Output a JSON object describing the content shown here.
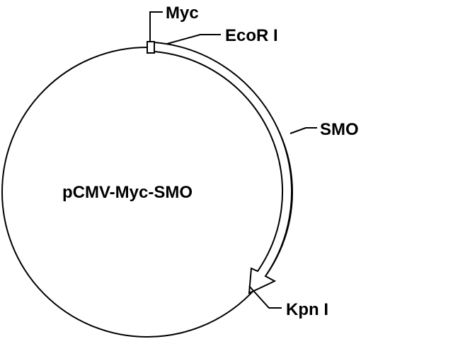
{
  "plasmid": {
    "name": "pCMV-Myc-SMO"
  },
  "features": {
    "myc": "Myc",
    "ecori": "EcoR I",
    "smo": "SMO",
    "kpni": "Kpn I"
  },
  "colors": {
    "line": "#000000",
    "background": "#ffffff"
  }
}
